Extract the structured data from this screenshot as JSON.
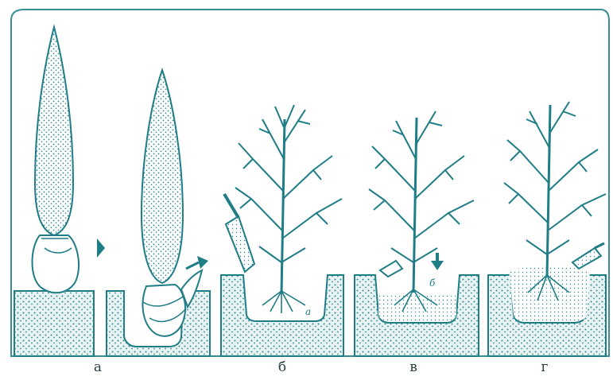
{
  "colors": {
    "ink": "#1f7d86",
    "soil_fill": "#e6f1f1",
    "soil_dot": "#2a8a92",
    "frame": "#3a8e95",
    "background": "#ffffff",
    "label_text": "#2b3f46"
  },
  "panels": [
    {
      "id": "a",
      "label": "а",
      "description_icon": "conifer-with-root-ball"
    },
    {
      "id": "b",
      "label": "б",
      "description_icon": "deciduous-tree-in-pit"
    },
    {
      "id": "v",
      "label": "в",
      "description_icon": "deciduous-tree-filling"
    },
    {
      "id": "g",
      "label": "г",
      "description_icon": "deciduous-tree-planted"
    }
  ],
  "annotations": {
    "pit_letter": "а",
    "pit_letter_2": "б"
  }
}
